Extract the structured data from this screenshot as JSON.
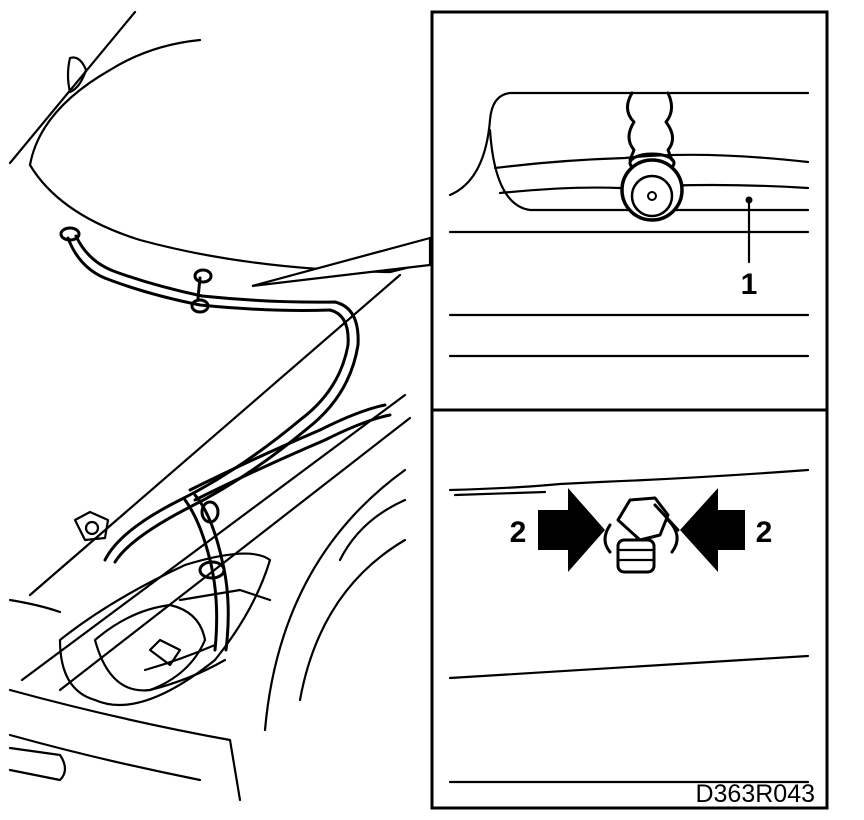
{
  "figure": {
    "drawing_id": "D363R043",
    "callouts": {
      "part_1": "1",
      "press_left": "2",
      "press_right": "2"
    },
    "colors": {
      "ink": "#000000",
      "paper": "#ffffff"
    }
  }
}
